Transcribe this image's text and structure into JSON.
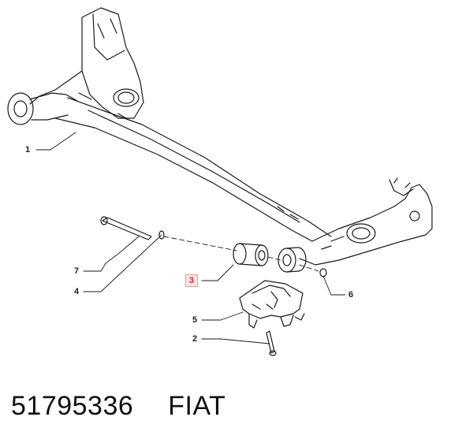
{
  "callouts": [
    {
      "id": "1",
      "label": "1",
      "highlight": false
    },
    {
      "id": "2",
      "label": "2",
      "highlight": false
    },
    {
      "id": "3",
      "label": "3",
      "highlight": true
    },
    {
      "id": "4",
      "label": "4",
      "highlight": false
    },
    {
      "id": "5",
      "label": "5",
      "highlight": false
    },
    {
      "id": "6",
      "label": "6",
      "highlight": false
    },
    {
      "id": "7",
      "label": "7",
      "highlight": false
    }
  ],
  "footer": {
    "part_number": "51795336",
    "brand": "FIAT"
  },
  "colors": {
    "line": "#1a1a1a",
    "highlight_fill": "#fde3e4",
    "highlight_text": "#c0303a"
  }
}
